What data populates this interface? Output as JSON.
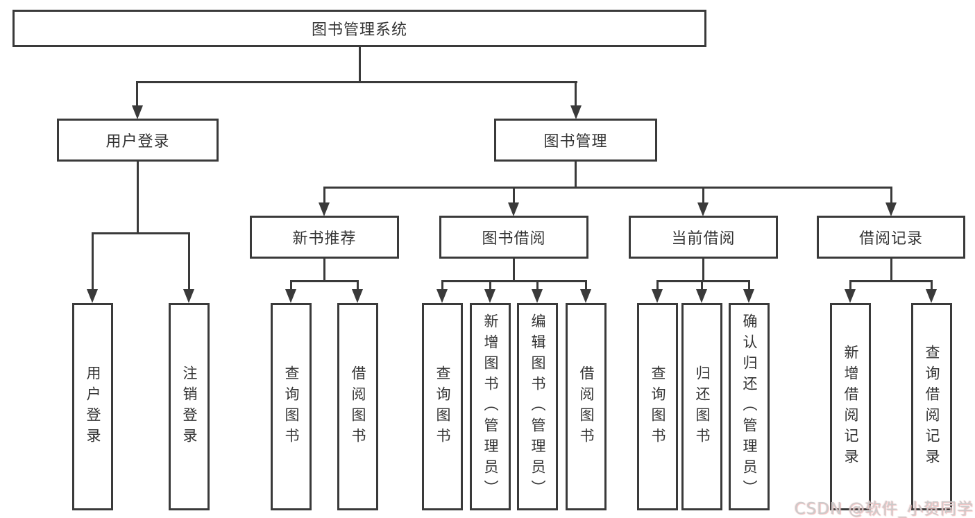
{
  "diagram": {
    "title": "图书管理系统",
    "line_color": "#3a3a3a",
    "box_border_color": "#3a3a3a",
    "text_color": "#333333",
    "background_color": "#ffffff",
    "watermark": "CSDN @软件_小贺同学",
    "nodes": {
      "root": "图书管理系统",
      "user_login": "用户登录",
      "book_mgmt": "图书管理",
      "login": "用户登录",
      "logout": "注销登录",
      "new_rec": "新书推荐",
      "borrow": "图书借阅",
      "current": "当前借阅",
      "record": "借阅记录",
      "rec_query": "查询图书",
      "rec_borrow": "借阅图书",
      "bor_query": "查询图书",
      "bor_add": "新增图书（管理员）",
      "bor_edit": "编辑图书（管理员）",
      "bor_borrow": "借阅图书",
      "cur_query": "查询图书",
      "cur_return": "归还图书",
      "cur_confirm": "确认归还（管理员）",
      "rd_add": "新增借阅记录",
      "rd_query": "查询借阅记录"
    },
    "tree": {
      "label": "图书管理系统",
      "children": [
        {
          "label": "用户登录",
          "children": [
            {
              "label": "用户登录"
            },
            {
              "label": "注销登录"
            }
          ]
        },
        {
          "label": "图书管理",
          "children": [
            {
              "label": "新书推荐",
              "children": [
                {
                  "label": "查询图书"
                },
                {
                  "label": "借阅图书"
                }
              ]
            },
            {
              "label": "图书借阅",
              "children": [
                {
                  "label": "查询图书"
                },
                {
                  "label": "新增图书（管理员）"
                },
                {
                  "label": "编辑图书（管理员）"
                },
                {
                  "label": "借阅图书"
                }
              ]
            },
            {
              "label": "当前借阅",
              "children": [
                {
                  "label": "查询图书"
                },
                {
                  "label": "归还图书"
                },
                {
                  "label": "确认归还（管理员）"
                }
              ]
            },
            {
              "label": "借阅记录",
              "children": [
                {
                  "label": "新增借阅记录"
                },
                {
                  "label": "查询借阅记录"
                }
              ]
            }
          ]
        }
      ]
    }
  }
}
